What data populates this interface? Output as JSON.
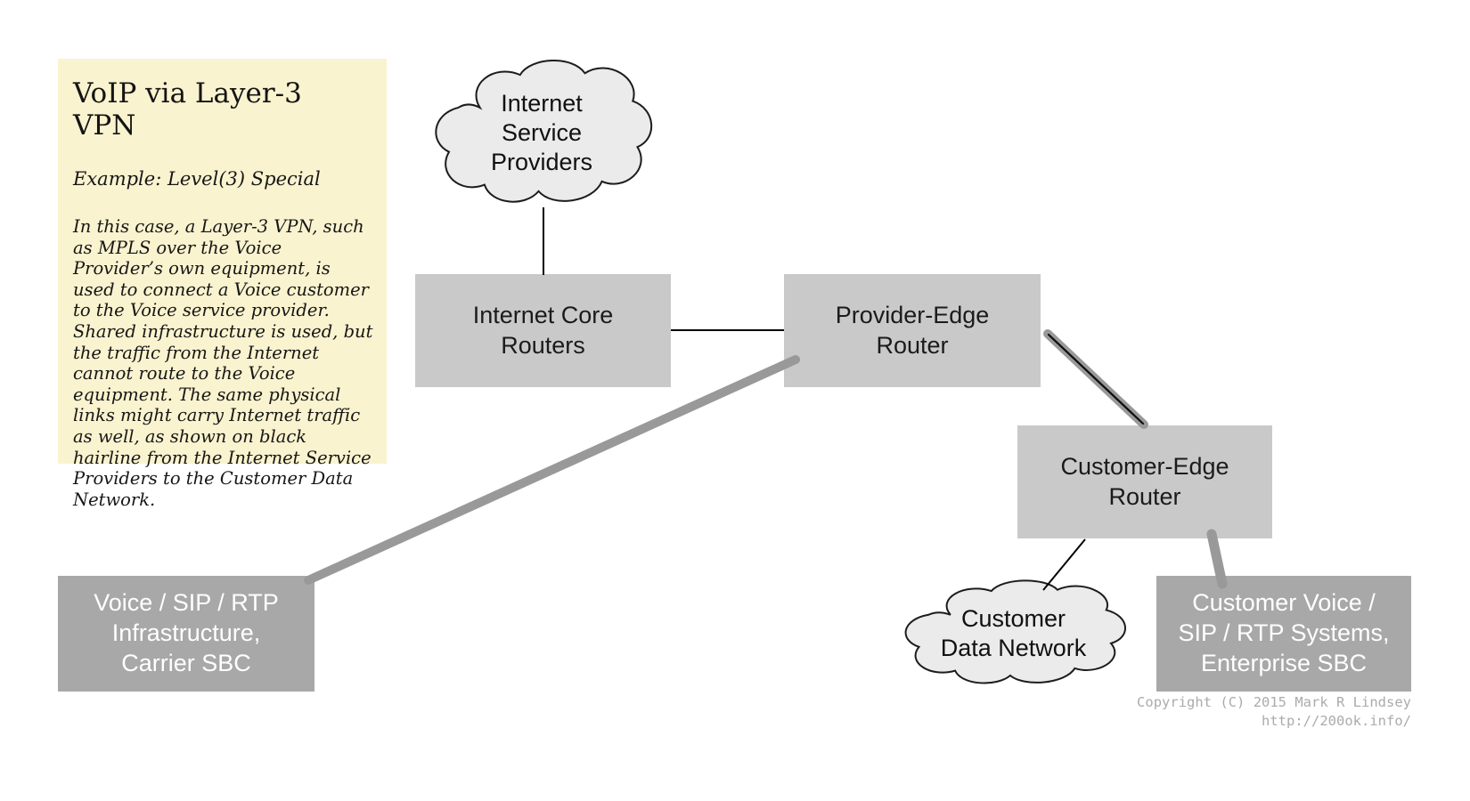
{
  "note": {
    "title": "VoIP via Layer-3 VPN",
    "subtitle": "Example: Level(3) Special",
    "body": "In this case, a Layer-3 VPN, such as MPLS over the Voice Provider’s own equipment, is used to connect a Voice customer to the Voice service provider. Shared infrastructure is used, but the traffic from the Internet cannot route to the Voice equipment. The same physical links might carry Internet traffic as well, as shown on black hairline from the Internet Service Providers to the Customer Data Network."
  },
  "nodes": {
    "isp_cloud": {
      "type": "cloud",
      "label": [
        "Internet",
        "Service",
        "Providers"
      ]
    },
    "core_routers": {
      "type": "box",
      "label": [
        "Internet Core",
        "Routers"
      ]
    },
    "provider_edge": {
      "type": "box",
      "label": [
        "Provider-Edge",
        "Router"
      ]
    },
    "customer_edge": {
      "type": "box",
      "label": [
        "Customer-Edge",
        "Router"
      ]
    },
    "customer_data_cloud": {
      "type": "cloud",
      "label": [
        "Customer",
        "Data Network"
      ]
    },
    "carrier_voice": {
      "type": "box-dark",
      "label": [
        "Voice / SIP / RTP",
        "Infrastructure,",
        "Carrier SBC"
      ]
    },
    "customer_voice": {
      "type": "box-dark",
      "label": [
        "Customer Voice /",
        "SIP / RTP Systems,",
        "Enterprise SBC"
      ]
    }
  },
  "links": [
    {
      "from": "isp_cloud",
      "to": "core_routers",
      "style": "thin-black-hairline"
    },
    {
      "from": "core_routers",
      "to": "provider_edge",
      "style": "thin-black-hairline"
    },
    {
      "from": "provider_edge",
      "to": "carrier_voice",
      "style": "thick-gray"
    },
    {
      "from": "provider_edge",
      "to": "customer_edge",
      "style": "thick-gray-with-black-hairline"
    },
    {
      "from": "customer_edge",
      "to": "customer_data_cloud",
      "style": "thin-black-hairline"
    },
    {
      "from": "customer_edge",
      "to": "customer_voice",
      "style": "thick-gray"
    }
  ],
  "footer": {
    "copyright": "Copyright (C) 2015 Mark R Lindsey",
    "url": "http://200ok.info/"
  },
  "colors": {
    "background": "#ffffff",
    "note_bg": "#faf3cf",
    "box_light": "#c9c9c9",
    "box_dark": "#a8a8a8",
    "cloud_fill": "#ebebeb",
    "cloud_stroke": "#1c1c1c",
    "link_thin": "#000000",
    "link_thick": "#999999",
    "label_dark": "#1b1b1b",
    "label_light": "#ffffff",
    "footer_text": "#ababab"
  }
}
